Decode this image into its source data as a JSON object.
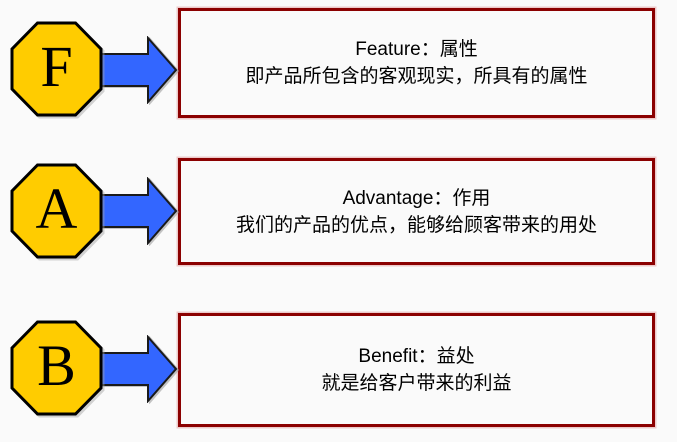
{
  "colors": {
    "background": "#FAFAFA",
    "octagon_fill": "#FFCC00",
    "octagon_border": "#000000",
    "arrow_fill": "#3366FF",
    "arrow_border": "#1A1A1A",
    "box_border": "#8B0000",
    "text": "#000000"
  },
  "rows": [
    {
      "letter": "F",
      "heading": "Feature：属性",
      "description": "即产品所包含的客观现实，所具有的属性"
    },
    {
      "letter": "A",
      "heading": "Advantage：作用",
      "description": "我们的产品的优点，能够给顾客带来的用处"
    },
    {
      "letter": "B",
      "heading": "Benefit：益处",
      "description": "就是给客户带来的利益"
    }
  ]
}
